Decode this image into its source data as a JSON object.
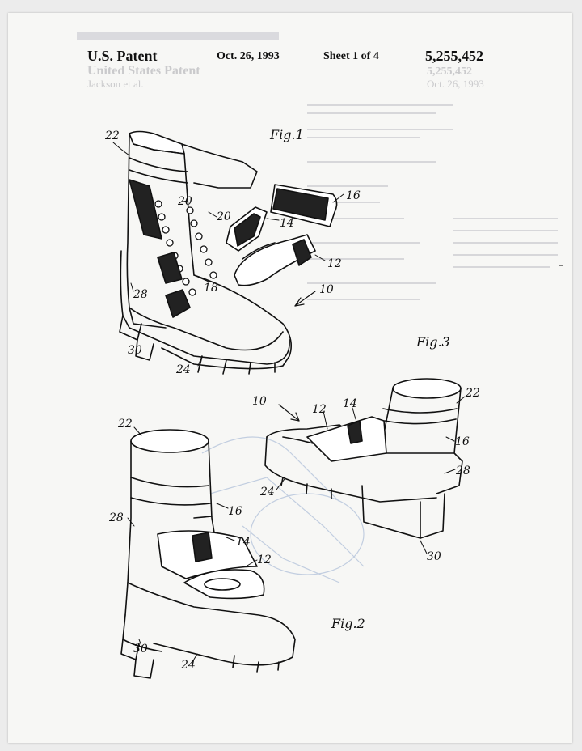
{
  "header": {
    "left_title": "U.S. Patent",
    "date": "Oct. 26, 1993",
    "sheet": "Sheet 1 of 4",
    "patent_number": "5,255,452"
  },
  "bleed_through": {
    "heading": "United States Patent",
    "inventor": "Jackson et al.",
    "number_line": "5,255,452",
    "date_line": "Oct. 26, 1993"
  },
  "figures": {
    "fig1": "Fig.1",
    "fig2": "Fig.2",
    "fig3": "Fig.3"
  },
  "references": {
    "fig1": [
      "22",
      "20",
      "20",
      "16",
      "14",
      "12",
      "18",
      "28",
      "10",
      "30",
      "24"
    ],
    "fig2": [
      "22",
      "28",
      "16",
      "14",
      "12",
      "30",
      "24"
    ],
    "fig3": [
      "10",
      "12",
      "14",
      "22",
      "16",
      "28",
      "24",
      "30"
    ]
  },
  "colors": {
    "paper": "#f7f7f5",
    "ink": "#111111",
    "bleed": "#c3c3c6",
    "bleed_blue": "#b9c7dd"
  }
}
